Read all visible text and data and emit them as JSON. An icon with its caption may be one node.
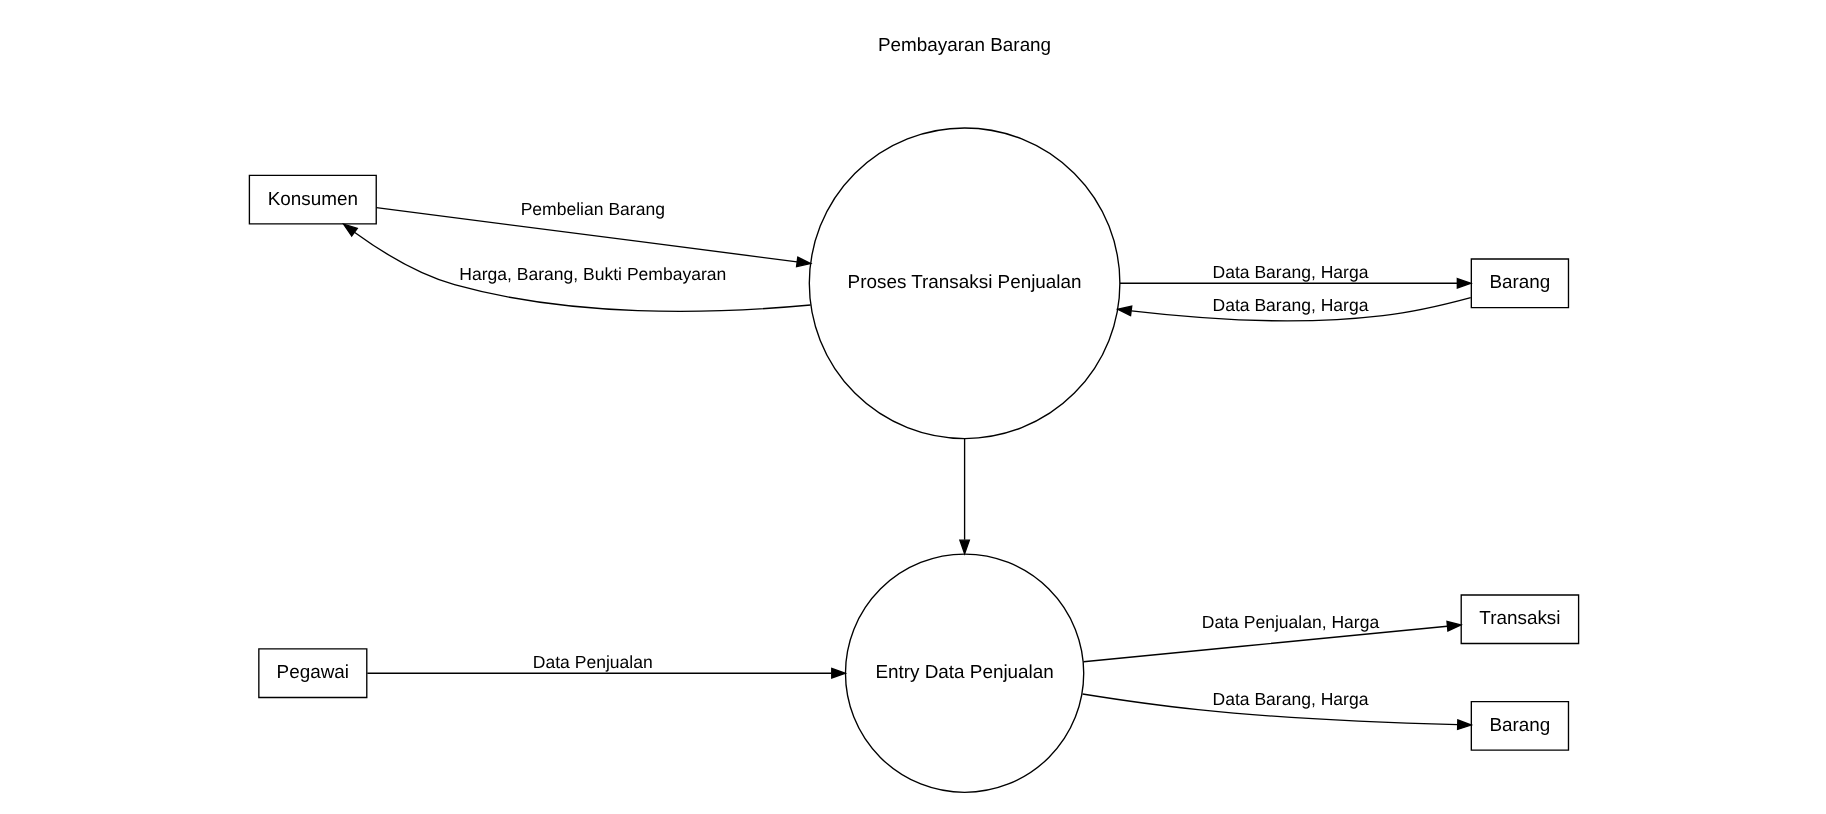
{
  "diagram": {
    "nodes": [
      {
        "text": [
          "Konsumen"
        ]
      },
      {
        "text": [
          "Proses Transaksi Penjualan"
        ]
      },
      {
        "text": [
          "Barang"
        ]
      },
      {
        "text": [
          "Pegawai"
        ]
      },
      {
        "text": [
          "Entry Data Penjualan"
        ]
      },
      {
        "text": [
          "Transaksi"
        ]
      },
      {
        "text": [
          "Barang"
        ]
      }
    ],
    "edges": [
      {
        "from": 0,
        "to": 1,
        "arrow": "to",
        "label": "Pembelian Barang"
      },
      {
        "from": 1,
        "to": 0,
        "arrow": "to",
        "label": "Harga, Barang, Bukti Pembayaran"
      },
      {
        "from": 1,
        "to": 2,
        "arrow": "to",
        "label": "Data Barang, Harga"
      },
      {
        "from": 2,
        "to": 1,
        "arrow": "to",
        "label": "Data Barang, Harga"
      },
      {
        "from": 1,
        "to": 4,
        "arrow": "to"
      },
      {
        "from": 3,
        "to": 4,
        "arrow": "to",
        "label": "Data Penjualan"
      },
      {
        "from": 4,
        "to": 5,
        "arrow": "to",
        "label": "Data Penjualan, Harga"
      },
      {
        "from": 4,
        "to": 6,
        "arrow": "to",
        "label": "Data Barang, Harga"
      }
    ],
    "labels": [
      "Pembayaran Barang"
    ]
  }
}
